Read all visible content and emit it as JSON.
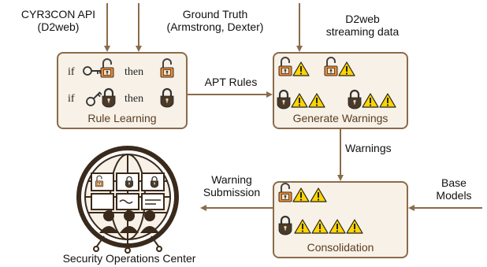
{
  "inputs": {
    "cyr3con_line1": "CYR3CON API",
    "cyr3con_line2": "(D2web)",
    "ground_truth_line1": "Ground Truth",
    "ground_truth_line2": "(Armstrong, Dexter)",
    "d2web_line1": "D2web",
    "d2web_line2": "streaming data",
    "base_models_line1": "Base",
    "base_models_line2": "Models"
  },
  "rule_learning": {
    "title": "Rule Learning",
    "if_word": "if",
    "then_word": "then"
  },
  "edges": {
    "apt_rules": "APT Rules",
    "warnings": "Warnings",
    "warning_submission_line1": "Warning",
    "warning_submission_line2": "Submission"
  },
  "generate_warnings": {
    "title": "Generate Warnings"
  },
  "consolidation": {
    "title": "Consolidation"
  },
  "soc": {
    "label": "Security Operations Center"
  },
  "colors": {
    "box_fill": "#f7f1e7",
    "box_border": "#8b6b4a",
    "arrow": "#8b6b4a",
    "warning_yellow": "#ffd400",
    "lock_orange": "#f08a2a",
    "lock_dark": "#4a3a2a"
  },
  "icons": [
    "open-padlock-icon",
    "closed-padlock-icon",
    "warning-triangle-icon",
    "key-icon"
  ]
}
